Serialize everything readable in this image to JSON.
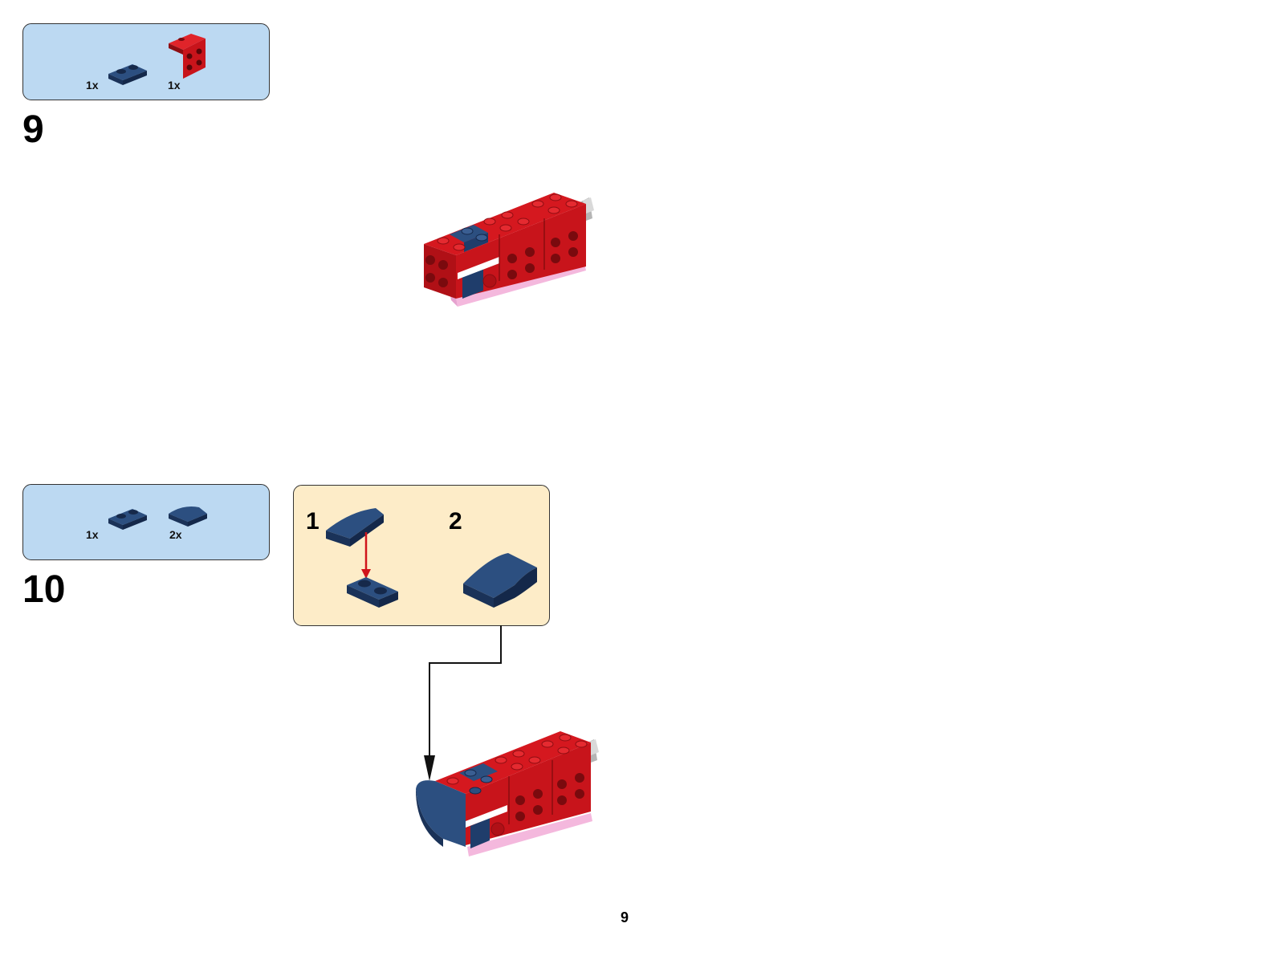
{
  "steps": [
    {
      "number": "9",
      "parts": [
        {
          "icon": "dark-blue-plate-1x2-icon",
          "quantity": "1x",
          "color": "#1f3d6b"
        },
        {
          "icon": "red-bracket-icon",
          "quantity": "1x",
          "color": "#c8141b"
        }
      ]
    },
    {
      "number": "10",
      "parts": [
        {
          "icon": "dark-blue-plate-1x2-icon",
          "quantity": "1x",
          "color": "#1f3d6b"
        },
        {
          "icon": "dark-blue-curved-slope-icon",
          "quantity": "2x",
          "color": "#1f3d6b"
        }
      ],
      "subassembly": {
        "substeps": [
          {
            "number": "1"
          },
          {
            "number": "2"
          }
        ],
        "background": "#fdecc8"
      }
    }
  ],
  "page_number": "9",
  "colors": {
    "parts_box": "#bcd9f2",
    "brick_red": "#c8141b",
    "brick_dark_blue": "#1f3d6b",
    "base_pink": "#f4b8dd",
    "arrow_red": "#d0141b"
  }
}
